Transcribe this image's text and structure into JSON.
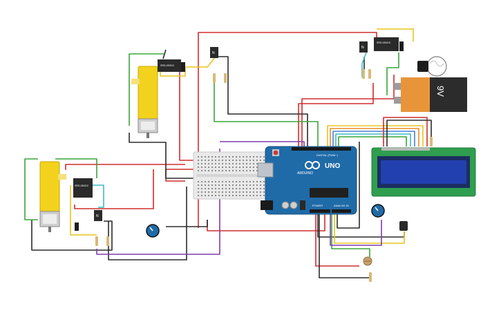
{
  "arduino": {
    "brand": "ARDUINO",
    "model": "UNO",
    "header_digital": "DIGITAL (PWM~)",
    "header_power": "POWER",
    "header_analog": "ANALOG IN"
  },
  "battery": {
    "label": "9V"
  },
  "transistor_label": "N",
  "relay_label": "SRD-05VDC",
  "colors": {
    "wire_red": "#d22b2b",
    "wire_black": "#2b2b2b",
    "wire_green": "#3aa53a",
    "wire_yellow": "#e6c51d",
    "wire_purple": "#7e3bb0",
    "wire_orange": "#f08a24",
    "wire_blue": "#4a7fd6",
    "wire_cyan": "#3cb9c9",
    "arduino_board": "#1f6ba8",
    "lcd_board": "#2f9e4f",
    "lcd_screen": "#2240b0",
    "motor_yellow": "#f2d21c",
    "battery_orange": "#e8953a"
  }
}
